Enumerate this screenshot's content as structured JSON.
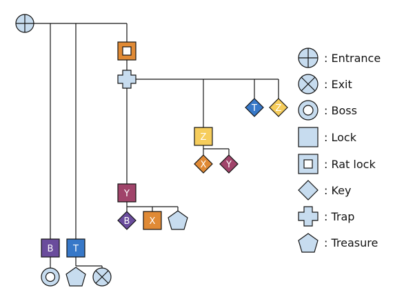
{
  "colors": {
    "light": "#c7dcef",
    "stroke": "#111111",
    "purple": "#6a4c9c",
    "blue": "#3778c8",
    "orange": "#e08a35",
    "yellow": "#f6cd5c",
    "maroon": "#a0446a"
  },
  "nodes": {
    "lock_b": "B",
    "lock_t": "T",
    "key_t": "T",
    "key_z": "Z",
    "lock_z": "Z",
    "key_x": "X",
    "key_y": "Y",
    "lock_y": "Y",
    "key_b": "B",
    "lock_x": "X"
  },
  "legend": [
    {
      "icon": "entrance-icon",
      "label": ": Entrance"
    },
    {
      "icon": "exit-icon",
      "label": ": Exit"
    },
    {
      "icon": "boss-icon",
      "label": ": Boss"
    },
    {
      "icon": "lock-icon",
      "label": ": Lock"
    },
    {
      "icon": "rat-lock-icon",
      "label": ": Rat lock"
    },
    {
      "icon": "key-icon",
      "label": ": Key"
    },
    {
      "icon": "trap-icon",
      "label": ": Trap"
    },
    {
      "icon": "treasure-icon",
      "label": ": Treasure"
    }
  ]
}
